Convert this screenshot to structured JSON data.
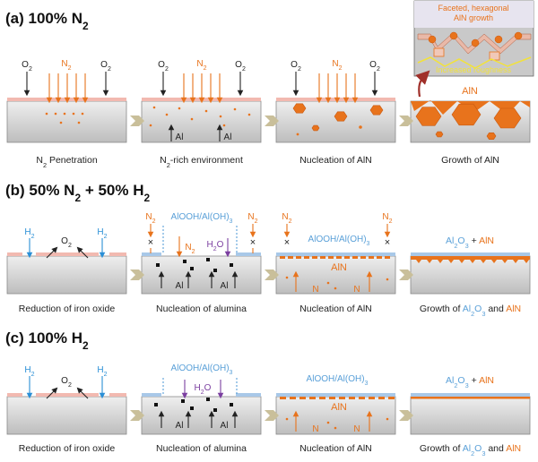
{
  "colors": {
    "orange": "#e8731c",
    "blue": "#2b8fd6",
    "purple": "#7b3fa0",
    "lightblue": "#5aa0d8",
    "pink": "#f2b9b0",
    "slab": "#d8d8d8",
    "arrow": "#c9bf9a"
  },
  "rows": [
    {
      "title": "(a) 100% N",
      "title_sub": "2",
      "captions": [
        {
          "text": "N",
          "sub": "2",
          "rest": " Penetration"
        },
        {
          "text": "N",
          "sub": "2",
          "rest": "-rich environment"
        },
        {
          "text": "Nucleation of AlN",
          "sub": "",
          "rest": ""
        },
        {
          "text": "Growth of AlN",
          "sub": "",
          "rest": ""
        }
      ]
    },
    {
      "title": "(b) 50% N",
      "title_sub": "2",
      "title_rest": " + 50% H",
      "title_sub2": "2",
      "captions": [
        {
          "text": "Reduction of iron oxide"
        },
        {
          "text": "Nucleation of alumina"
        },
        {
          "text": "Nucleation of AlN"
        },
        {
          "text": "Growth of ",
          "hl1": "Al",
          "hl1sub": "2",
          "hl1b": "O",
          "hl1sub2": "3",
          "mid": " and ",
          "hl2": "AlN"
        }
      ]
    },
    {
      "title": "(c) 100% H",
      "title_sub": "2",
      "captions": [
        {
          "text": "Reduction of iron oxide"
        },
        {
          "text": "Nucleation of alumina"
        },
        {
          "text": "Nucleation of AlN"
        },
        {
          "text": "Growth of ",
          "hl1": "Al",
          "hl1sub": "2",
          "hl1b": "O",
          "hl1sub2": "3",
          "mid": " and ",
          "hl2": "AlN"
        }
      ]
    }
  ],
  "labels": {
    "o2": "O",
    "two": "2",
    "three": "3",
    "n2": "N",
    "h2": "H",
    "al": "Al",
    "n": "N",
    "h2o_h": "H",
    "h2o_o": "O",
    "aln": "AlN",
    "alooh": "AlOOH/Al(OH)",
    "al2o3_a": "Al",
    "al2o3_b": "O",
    "plus": " + ",
    "cross": "×",
    "inset_l1": "Faceted, hexagonal",
    "inset_l2": "AlN growth",
    "inset_rough": "Increased roughness"
  }
}
